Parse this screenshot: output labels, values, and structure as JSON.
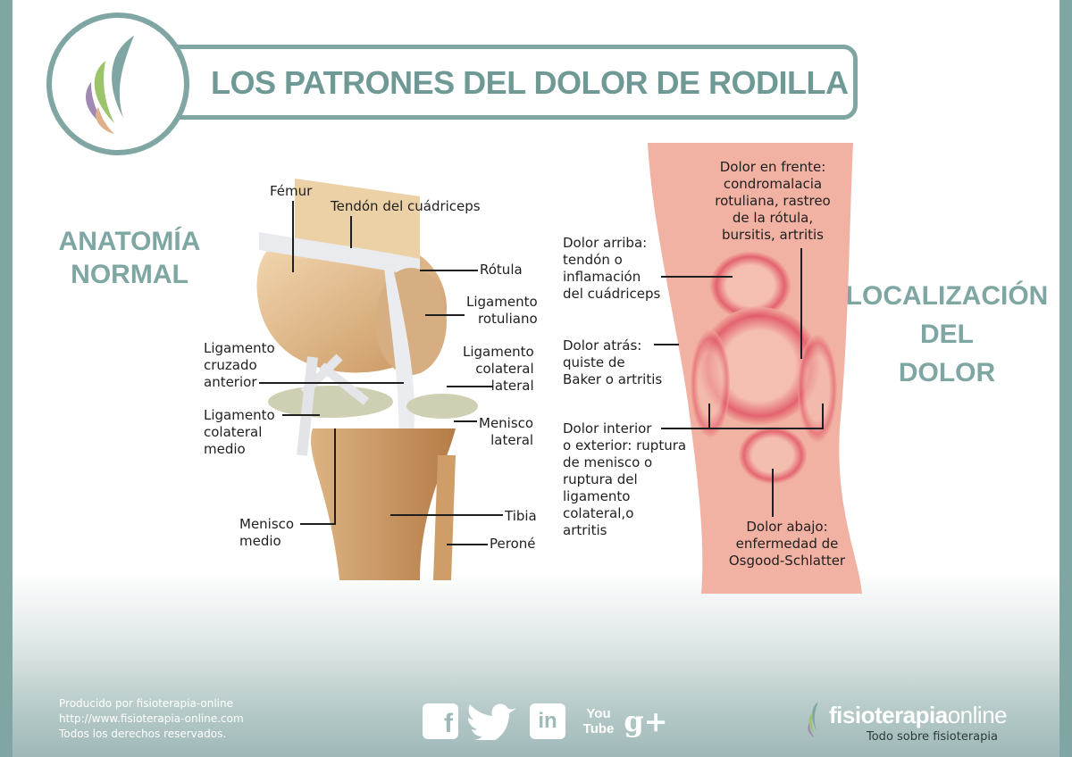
{
  "title": "LOS PATRONES DEL DOLOR DE RODILLA",
  "section_left": "ANATOMÍA\nNORMAL",
  "section_right": "LOCALIZACIÓN\nDEL\nDOLOR",
  "anatomy_labels": {
    "femur": "Fémur",
    "quad_tendon": "Tendón del cuádriceps",
    "rotula": "Rótula",
    "lig_rotuliano": "Ligamento\nrotuliano",
    "lig_colateral_lateral": "Ligamento\ncolateral\nlateral",
    "menisco_lateral": "Menisco\nlateral",
    "tibia": "Tibia",
    "perone": "Peroné",
    "lig_cruzado": "Ligamento\ncruzado\nanterior",
    "lig_colateral_medio": "Ligamento\ncolateral\nmedio",
    "menisco_medio": "Menisco\nmedio"
  },
  "pain_labels": {
    "frente": "Dolor en frente:\ncondromalacia\nrotuliana, rastreo\nde la rótula,\nbursitis, artritis",
    "arriba": "Dolor arriba:\ntendón o\ninflamación\ndel cuádriceps",
    "atras": "Dolor atrás:\nquiste de\nBaker o artritis",
    "interior": "Dolor interior\no exterior: ruptura\nde menisco o\nruptura del\nligamento\ncolateral,o\nartritis",
    "abajo": "Dolor abajo:\nenfermedad de\nOsgood-Schlatter"
  },
  "footer": {
    "credit": "Producido por fisioterapia-online\nhttp://www.fisioterapia-online.com\nTodos los derechos reservados.",
    "social": [
      "f",
      "twitter-bird",
      "in",
      "You\nTube",
      "g+"
    ],
    "brand_bold": "fisioterapia",
    "brand_light": "online",
    "tagline": "Todo sobre fisioterapia"
  },
  "colors": {
    "accent": "#7fa6a3",
    "heading": "#6f9995",
    "leg_skin": "#f1b1a3",
    "pain_ring": "#e25a6a"
  }
}
